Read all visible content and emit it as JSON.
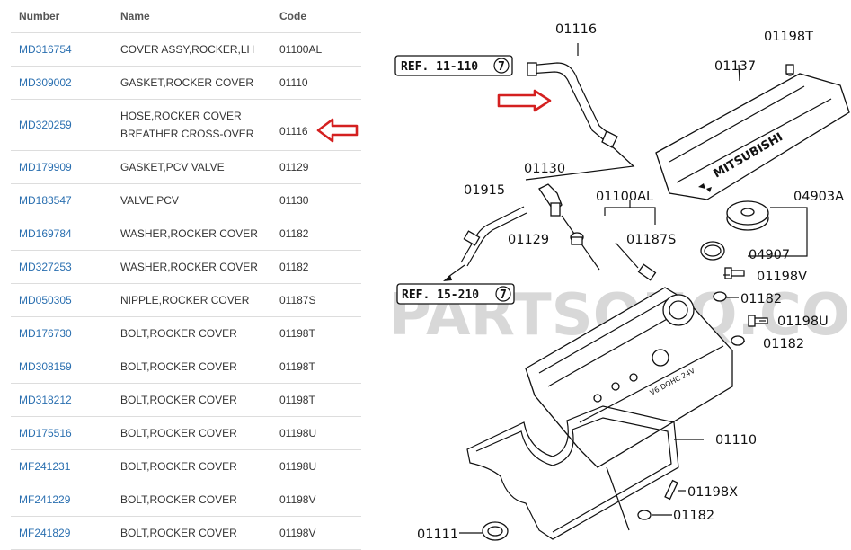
{
  "table": {
    "headers": {
      "number": "Number",
      "name": "Name",
      "code": "Code"
    },
    "rows": [
      {
        "number": "MD316754",
        "name": "COVER ASSY,ROCKER,LH",
        "code": "01100AL"
      },
      {
        "number": "MD309002",
        "name": "GASKET,ROCKER COVER",
        "code": "01110"
      },
      {
        "number": "MD320259",
        "name": "HOSE,ROCKER COVER\nBREATHER CROSS-OVER",
        "code": "01116"
      },
      {
        "number": "MD179909",
        "name": "GASKET,PCV VALVE",
        "code": "01129"
      },
      {
        "number": "MD183547",
        "name": "VALVE,PCV",
        "code": "01130"
      },
      {
        "number": "MD169784",
        "name": "WASHER,ROCKER COVER",
        "code": "01182"
      },
      {
        "number": "MD327253",
        "name": "WASHER,ROCKER COVER",
        "code": "01182"
      },
      {
        "number": "MD050305",
        "name": "NIPPLE,ROCKER COVER",
        "code": "01187S"
      },
      {
        "number": "MD176730",
        "name": "BOLT,ROCKER COVER",
        "code": "01198T"
      },
      {
        "number": "MD308159",
        "name": "BOLT,ROCKER COVER",
        "code": "01198T"
      },
      {
        "number": "MD318212",
        "name": "BOLT,ROCKER COVER",
        "code": "01198T"
      },
      {
        "number": "MD175516",
        "name": "BOLT,ROCKER COVER",
        "code": "01198U"
      },
      {
        "number": "MF241231",
        "name": "BOLT,ROCKER COVER",
        "code": "01198U"
      },
      {
        "number": "MF241229",
        "name": "BOLT,ROCKER COVER",
        "code": "01198V"
      },
      {
        "number": "MF241829",
        "name": "BOLT,ROCKER COVER",
        "code": "01198V"
      }
    ]
  },
  "colors": {
    "link": "#2a6fb0",
    "highlight_arrow": "#d42020",
    "watermark": "#d8d8d8"
  },
  "diagram": {
    "watermark": "PARTSOUQ.COM",
    "cover_brand": "MITSUBISHI",
    "engine_badge": "V6 DOHC 24V",
    "refs": {
      "ref_top": "REF. 11-110",
      "ref_top_num": "7",
      "ref_bottom": "REF. 15-210",
      "ref_bottom_num": "7"
    },
    "labels": {
      "l01116": "01116",
      "l01198T": "01198T",
      "l01137": "01137",
      "l01130": "01130",
      "l01915": "01915",
      "l01100AL": "01100AL",
      "l04903A": "04903A",
      "l01129": "01129",
      "l01187S": "01187S",
      "l04907": "04907",
      "l01198V": "01198V",
      "l01182a": "01182",
      "l01198U": "01198U",
      "l01182b": "01182",
      "l01110": "01110",
      "l01198X": "01198X",
      "l01182c": "01182",
      "l01111": "01111"
    }
  }
}
